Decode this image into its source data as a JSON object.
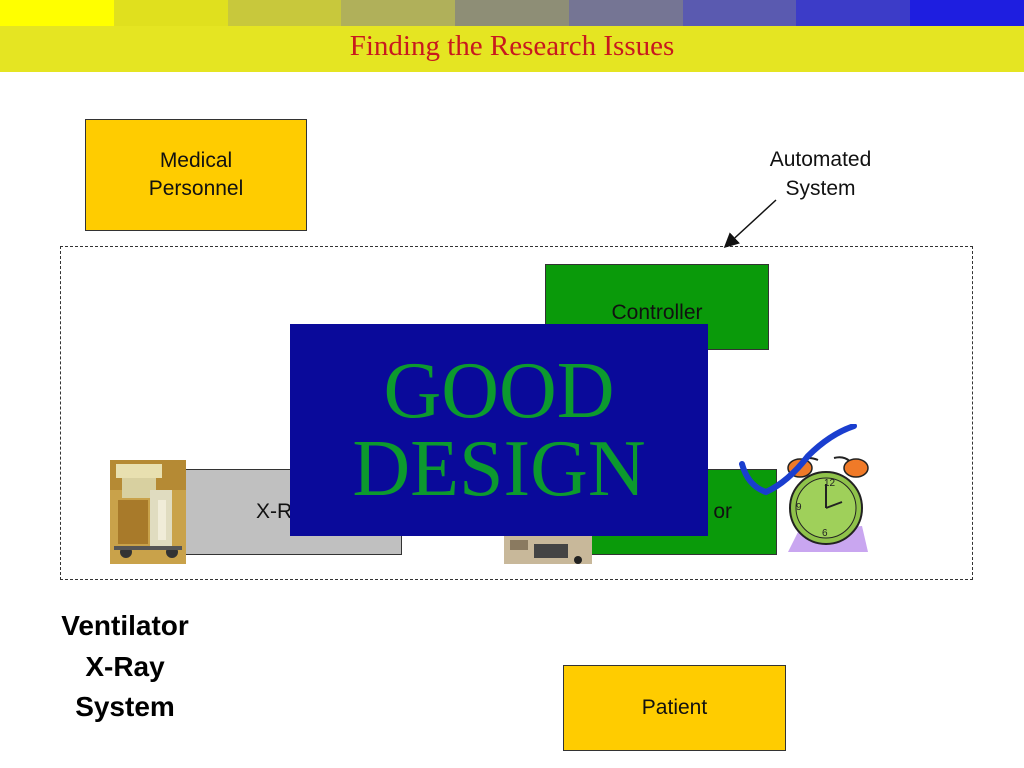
{
  "title": "Finding the Research Issues",
  "top_strip_colors": [
    "#ffff00",
    "#e0e01e",
    "#c8c83c",
    "#b0b05a",
    "#8e8e76",
    "#757594",
    "#5a5ab0",
    "#3c3cc8",
    "#1e1ee0"
  ],
  "diagram": {
    "medical_personnel": "Medical\nPersonnel",
    "automated_system_label": "Automated\nSystem",
    "controller": "Controller",
    "xray_box_visible_text": "X-R",
    "ventilator_box_visible_text": "or",
    "patient": "Patient",
    "good_design": "GOOD\nDESIGN",
    "ventilator_xray_system": "Ventilator\nX-Ray\nSystem",
    "clock_numbers": [
      "12",
      "9",
      "6"
    ]
  },
  "colors": {
    "yellow_box": "#ffcc00",
    "green_box": "#0a9a0a",
    "gray_box": "#c0c0c0",
    "blue_banner": "#0a0a9a",
    "banner_text": "#0c9a2e",
    "title_text": "#c8191e"
  },
  "icons": [
    "xray-machine-photo",
    "ventilator-photo",
    "alarm-clock-icon"
  ]
}
